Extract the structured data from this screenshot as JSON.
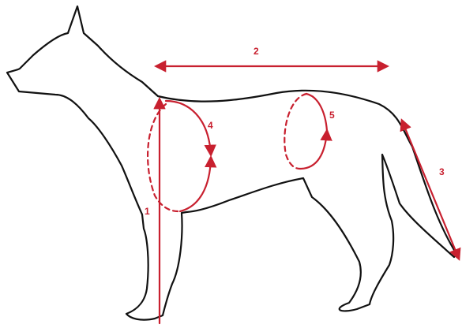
{
  "colors": {
    "outline": "#111111",
    "measure": "#c8202f"
  },
  "measurements": {
    "height": {
      "label": "1"
    },
    "back_length": {
      "label": "2"
    },
    "tail": {
      "label": "3"
    },
    "chest_girth": {
      "label": "4"
    },
    "waist_girth": {
      "label": "5"
    }
  }
}
